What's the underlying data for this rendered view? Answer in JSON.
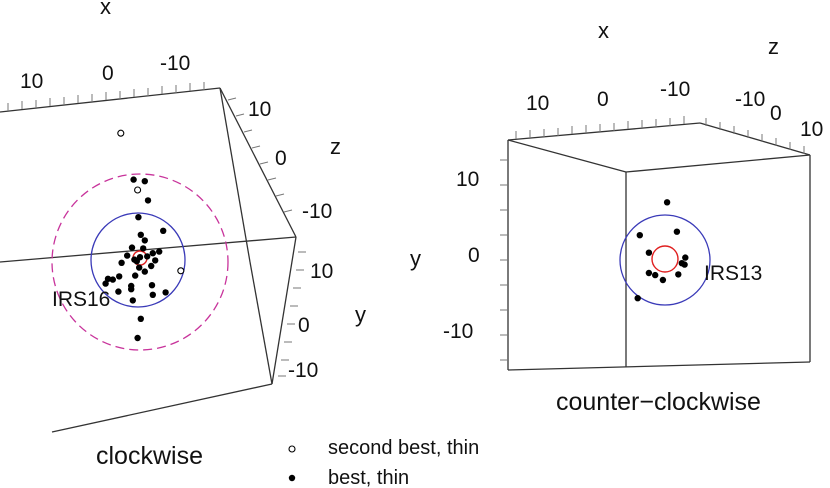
{
  "chart_data": [
    {
      "type": "scatter",
      "subtitle": "clockwise",
      "axis_labels": {
        "x": "x",
        "y": "y",
        "z": "z"
      },
      "x_ticks": [
        "10",
        "0",
        "-10"
      ],
      "z_ticks": [
        "10",
        "0",
        "-10"
      ],
      "y_ticks": [
        "10",
        "0",
        "-10"
      ],
      "star_label": "IRS16",
      "circles": [
        "inner",
        "outer-dashed",
        "center"
      ],
      "colors": {
        "inner": "#3a3ab8",
        "outer": "#c8339b",
        "center": "#e02020",
        "points": "#000000"
      },
      "series": [
        {
          "name": "best, thin",
          "marker": "filled",
          "points": [
            [
              -0.8,
              9.8
            ],
            [
              0.6,
              9.6
            ],
            [
              1.0,
              7.2
            ],
            [
              -0.2,
              5.1
            ],
            [
              2.9,
              3.4
            ],
            [
              0.1,
              2.9
            ],
            [
              0.6,
              2.2
            ],
            [
              0.4,
              1.2
            ],
            [
              -1.0,
              1.3
            ],
            [
              1.6,
              0.6
            ],
            [
              2.4,
              0.8
            ],
            [
              0.9,
              0.2
            ],
            [
              0.0,
              0.1
            ],
            [
              -0.7,
              -0.2
            ],
            [
              -1.6,
              0.3
            ],
            [
              -0.4,
              -0.4
            ],
            [
              1.9,
              -0.3
            ],
            [
              -2.3,
              -0.6
            ],
            [
              1.4,
              -1.0
            ],
            [
              -0.1,
              -1.2
            ],
            [
              0.6,
              -1.7
            ],
            [
              -0.6,
              -2.2
            ],
            [
              -2.6,
              -2.3
            ],
            [
              -4.0,
              -2.6
            ],
            [
              -3.4,
              -2.7
            ],
            [
              -4.3,
              -3.2
            ],
            [
              -1.1,
              -3.5
            ],
            [
              1.5,
              -3.4
            ],
            [
              -1.1,
              -3.9
            ],
            [
              -0.9,
              -5.3
            ],
            [
              1.6,
              -4.6
            ],
            [
              -2.7,
              -4.2
            ],
            [
              3.2,
              -4.3
            ],
            [
              0.1,
              -7.6
            ],
            [
              -0.3,
              -10.0
            ]
          ]
        },
        {
          "name": "second best, thin",
          "marker": "open",
          "points": [
            [
              -2.4,
              15.6
            ],
            [
              -0.3,
              8.5
            ],
            [
              5.1,
              -1.6
            ]
          ]
        }
      ]
    },
    {
      "type": "scatter",
      "subtitle": "counter−clockwise",
      "axis_labels": {
        "x": "x",
        "y": "y",
        "z": "z"
      },
      "x_ticks": [
        "10",
        "0",
        "-10",
        "-10"
      ],
      "z_ticks": [
        "0",
        "10"
      ],
      "y_ticks": [
        "10",
        "0",
        "-10"
      ],
      "star_label": "IRS13",
      "circles": [
        "inner",
        "center"
      ],
      "colors": {
        "inner": "#3a3ab8",
        "center": "#e02020",
        "points": "#000000"
      },
      "series": [
        {
          "name": "best, thin",
          "marker": "filled",
          "points": [
            [
              0.3,
              8.1
            ],
            [
              -3.6,
              3.4
            ],
            [
              1.7,
              3.9
            ],
            [
              -2.3,
              0.9
            ],
            [
              2.9,
              0.2
            ],
            [
              2.4,
              -0.6
            ],
            [
              2.8,
              -0.8
            ],
            [
              -1.4,
              -2.3
            ],
            [
              -2.3,
              -2.0
            ],
            [
              1.9,
              -2.2
            ],
            [
              -0.3,
              -3.0
            ],
            [
              -3.9,
              -5.6
            ]
          ]
        }
      ]
    }
  ],
  "legend": {
    "items": [
      {
        "label": "second best, thin",
        "marker": "open"
      },
      {
        "label": "best, thin",
        "marker": "filled"
      }
    ]
  }
}
